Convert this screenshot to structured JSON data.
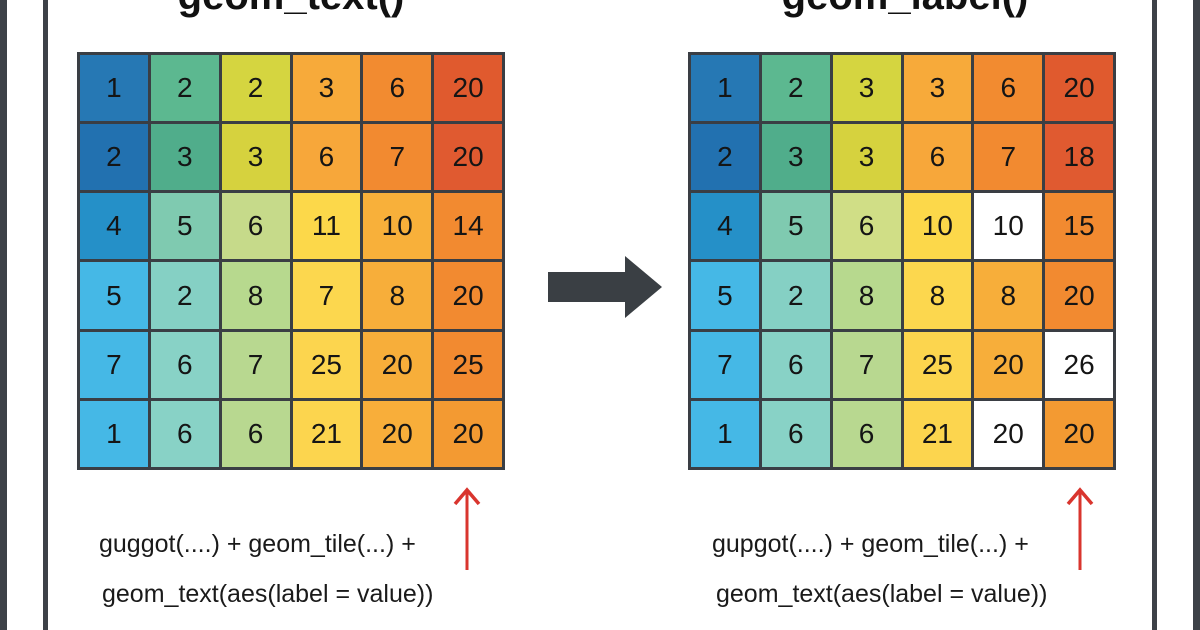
{
  "left_panel": {
    "title": "geom_text()",
    "code_line1": "guggot(....) + geom_tile(...) +",
    "code_line2": "geom_text(aes(label = value))",
    "cells": [
      [
        {
          "v": "1",
          "c": "#2678b4"
        },
        {
          "v": "2",
          "c": "#5cb890"
        },
        {
          "v": "2",
          "c": "#d5d540"
        },
        {
          "v": "3",
          "c": "#f7aa3a"
        },
        {
          "v": "6",
          "c": "#f28b30"
        },
        {
          "v": "20",
          "c": "#e05a2e"
        }
      ],
      [
        {
          "v": "2",
          "c": "#2271b0"
        },
        {
          "v": "3",
          "c": "#50ad8b"
        },
        {
          "v": "3",
          "c": "#d6d23e"
        },
        {
          "v": "6",
          "c": "#f7a73a"
        },
        {
          "v": "7",
          "c": "#f28a30"
        },
        {
          "v": "20",
          "c": "#e05a30"
        }
      ],
      [
        {
          "v": "4",
          "c": "#2590c8"
        },
        {
          "v": "5",
          "c": "#7fcab0"
        },
        {
          "v": "6",
          "c": "#c6da8a"
        },
        {
          "v": "11",
          "c": "#fcd84a"
        },
        {
          "v": "10",
          "c": "#f8b03a"
        },
        {
          "v": "14",
          "c": "#f28a30"
        }
      ],
      [
        {
          "v": "5",
          "c": "#45b8e6"
        },
        {
          "v": "2",
          "c": "#85d0c4"
        },
        {
          "v": "8",
          "c": "#b7d98e"
        },
        {
          "v": "7",
          "c": "#fcd74e"
        },
        {
          "v": "8",
          "c": "#f7ae3a"
        },
        {
          "v": "20",
          "c": "#f28a30"
        }
      ],
      [
        {
          "v": "7",
          "c": "#45b8e6"
        },
        {
          "v": "6",
          "c": "#88d2c6"
        },
        {
          "v": "7",
          "c": "#b8d890"
        },
        {
          "v": "25",
          "c": "#fcd54e"
        },
        {
          "v": "20",
          "c": "#f7ae3a"
        },
        {
          "v": "25",
          "c": "#f28a30"
        }
      ],
      [
        {
          "v": "1",
          "c": "#45b8e6"
        },
        {
          "v": "6",
          "c": "#88d2c6"
        },
        {
          "v": "6",
          "c": "#b8d890"
        },
        {
          "v": "21",
          "c": "#fcd54e"
        },
        {
          "v": "20",
          "c": "#f8ae3a"
        },
        {
          "v": "20",
          "c": "#f39a32"
        }
      ]
    ]
  },
  "right_panel": {
    "title": "geom_label()",
    "code_line1": "gupgot(....) + geom_tile(...) +",
    "code_line2": "geom_text(aes(label = value))",
    "cells": [
      [
        {
          "v": "1",
          "c": "#2678b4"
        },
        {
          "v": "2",
          "c": "#5cb890"
        },
        {
          "v": "3",
          "c": "#d5d540"
        },
        {
          "v": "3",
          "c": "#f7aa3a"
        },
        {
          "v": "6",
          "c": "#f28b30"
        },
        {
          "v": "20",
          "c": "#e05a2e"
        }
      ],
      [
        {
          "v": "2",
          "c": "#2271b0"
        },
        {
          "v": "3",
          "c": "#50ad8b"
        },
        {
          "v": "3",
          "c": "#d6d23e"
        },
        {
          "v": "6",
          "c": "#f7a73a"
        },
        {
          "v": "7",
          "c": "#f28a30"
        },
        {
          "v": "18",
          "c": "#e05a30"
        }
      ],
      [
        {
          "v": "4",
          "c": "#2590c8"
        },
        {
          "v": "5",
          "c": "#7fcab0"
        },
        {
          "v": "6",
          "c": "#d0de86"
        },
        {
          "v": "10",
          "c": "#fcd84a"
        },
        {
          "v": "10",
          "c": "#ffffff"
        },
        {
          "v": "15",
          "c": "#f28a30"
        }
      ],
      [
        {
          "v": "5",
          "c": "#45b8e6"
        },
        {
          "v": "2",
          "c": "#85d0c4"
        },
        {
          "v": "8",
          "c": "#b7d98e"
        },
        {
          "v": "8",
          "c": "#fcd74e"
        },
        {
          "v": "8",
          "c": "#f7ae3a"
        },
        {
          "v": "20",
          "c": "#f28a30"
        }
      ],
      [
        {
          "v": "7",
          "c": "#45b8e6"
        },
        {
          "v": "6",
          "c": "#88d2c6"
        },
        {
          "v": "7",
          "c": "#b8d890"
        },
        {
          "v": "25",
          "c": "#fcd54e"
        },
        {
          "v": "20",
          "c": "#f7ae3a"
        },
        {
          "v": "26",
          "c": "#ffffff"
        }
      ],
      [
        {
          "v": "1",
          "c": "#45b8e6"
        },
        {
          "v": "6",
          "c": "#88d2c6"
        },
        {
          "v": "6",
          "c": "#b8d890"
        },
        {
          "v": "21",
          "c": "#fcd54e"
        },
        {
          "v": "20",
          "c": "#ffffff"
        },
        {
          "v": "20",
          "c": "#f39a32"
        }
      ]
    ]
  },
  "colors": {
    "frame": "#3d4148",
    "arrow": "#3a3f44",
    "red_arrow": "#d9352e"
  }
}
